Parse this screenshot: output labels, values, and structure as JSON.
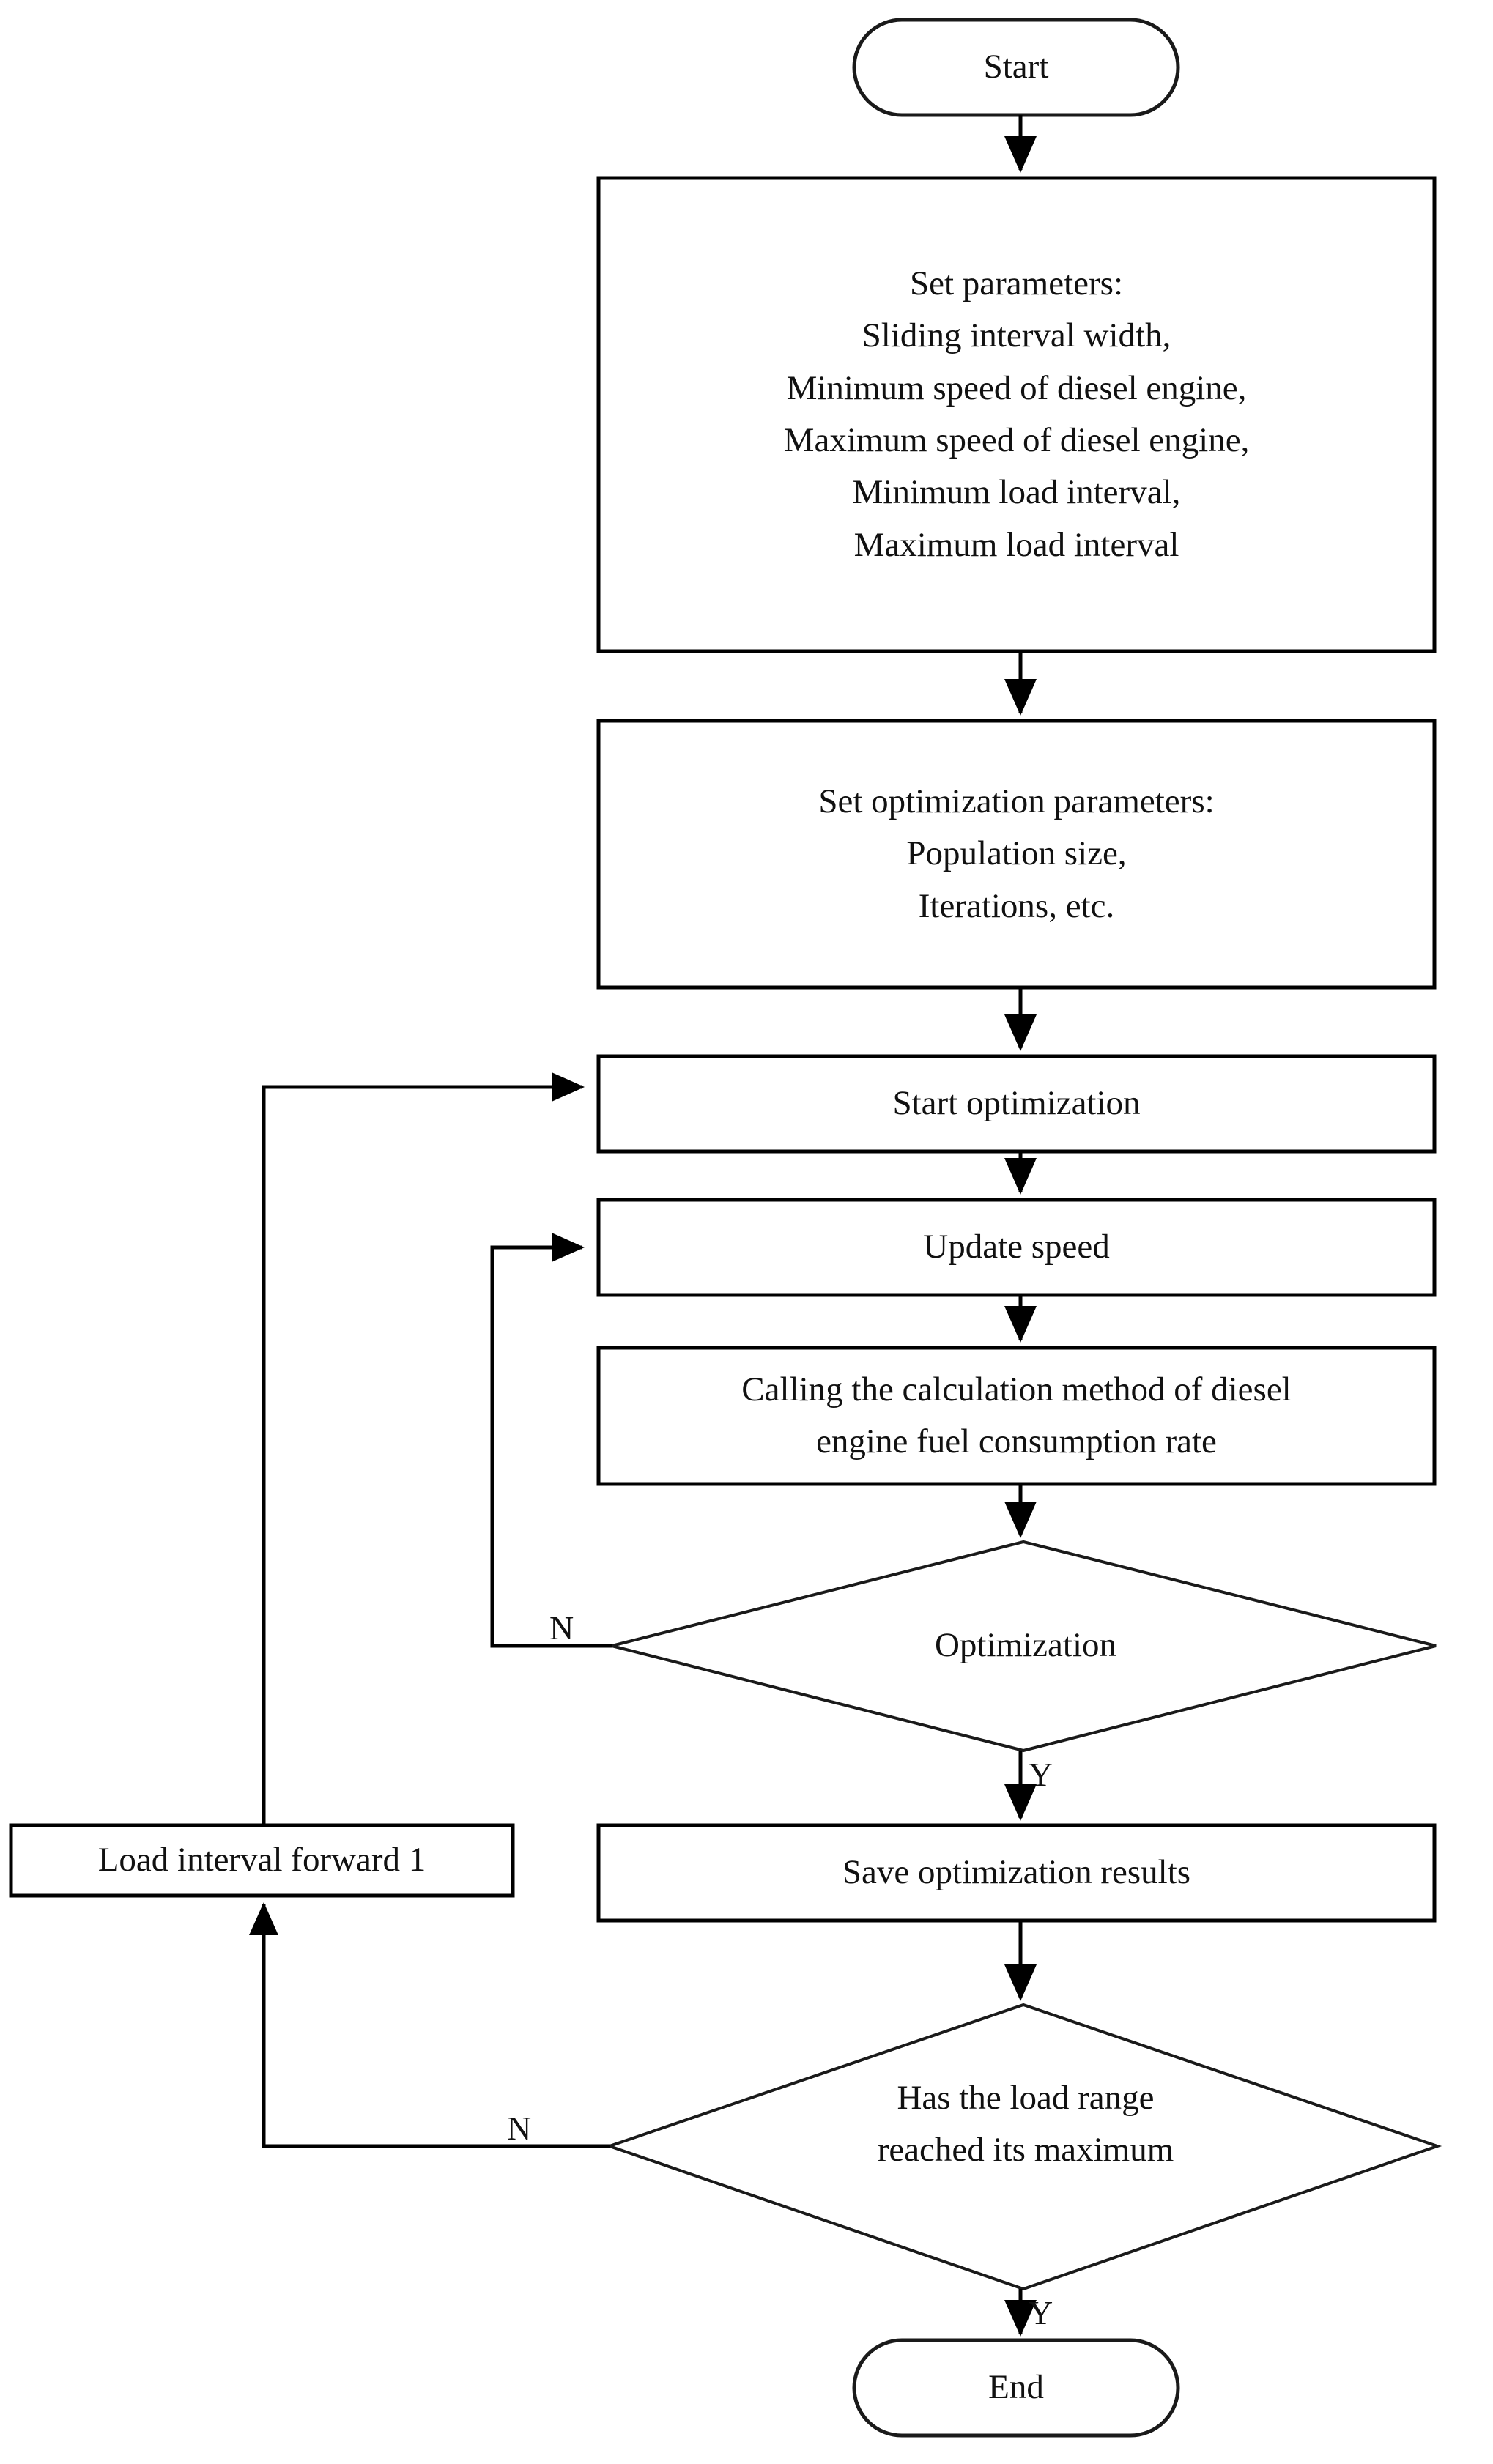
{
  "diagram": {
    "type": "flowchart",
    "title": "Diesel engine fuel consumption optimization flowchart",
    "colors": {
      "stroke": "#000000",
      "fill": "#ffffff",
      "text": "#111111"
    },
    "nodes": [
      {
        "id": "start",
        "shape": "terminator",
        "label": "Start"
      },
      {
        "id": "set-params",
        "shape": "process",
        "label": "Set parameters:\nSliding interval width,\nMinimum speed of diesel engine,\nMaximum speed of diesel engine,\nMinimum load interval,\nMaximum load interval"
      },
      {
        "id": "set-opt",
        "shape": "process",
        "label": "Set optimization parameters:\nPopulation size,\nIterations, etc."
      },
      {
        "id": "start-opt",
        "shape": "process",
        "label": "Start optimization"
      },
      {
        "id": "update-speed",
        "shape": "process",
        "label": "Update speed"
      },
      {
        "id": "calling",
        "shape": "process",
        "label": "Calling the calculation method of diesel\nengine fuel consumption rate"
      },
      {
        "id": "optimization",
        "shape": "decision",
        "label": "Optimization"
      },
      {
        "id": "load-fwd",
        "shape": "process",
        "label": "Load interval forward 1"
      },
      {
        "id": "save-results",
        "shape": "process",
        "label": "Save optimization results"
      },
      {
        "id": "load-max",
        "shape": "decision",
        "label": "Has the load range\nreached its maximum"
      },
      {
        "id": "end",
        "shape": "terminator",
        "label": "End"
      }
    ],
    "edges": [
      {
        "from": "start",
        "to": "set-params",
        "label": ""
      },
      {
        "from": "set-params",
        "to": "set-opt",
        "label": ""
      },
      {
        "from": "set-opt",
        "to": "start-opt",
        "label": ""
      },
      {
        "from": "start-opt",
        "to": "update-speed",
        "label": ""
      },
      {
        "from": "update-speed",
        "to": "calling",
        "label": ""
      },
      {
        "from": "calling",
        "to": "optimization",
        "label": ""
      },
      {
        "from": "optimization",
        "to": "update-speed",
        "label": "N"
      },
      {
        "from": "optimization",
        "to": "save-results",
        "label": "Y"
      },
      {
        "from": "save-results",
        "to": "load-max",
        "label": ""
      },
      {
        "from": "load-max",
        "to": "load-fwd",
        "label": "N"
      },
      {
        "from": "load-fwd",
        "to": "start-opt",
        "label": ""
      },
      {
        "from": "load-max",
        "to": "end",
        "label": "Y"
      }
    ],
    "branch_labels": {
      "opt_no": "N",
      "opt_yes": "Y",
      "loadmax_no": "N",
      "loadmax_yes": "Y"
    }
  }
}
